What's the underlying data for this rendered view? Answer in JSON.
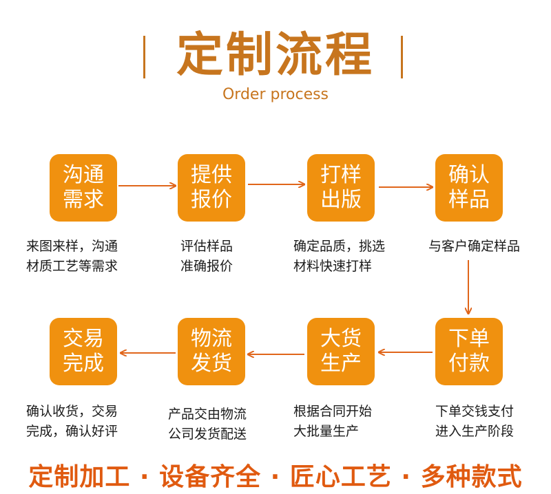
{
  "header": {
    "title": "定制流程",
    "subtitle": "Order process"
  },
  "steps": [
    {
      "line1": "沟通",
      "line2": "需求",
      "desc1": "来图来样，沟通",
      "desc2": "材质工艺等需求"
    },
    {
      "line1": "提供",
      "line2": "报价",
      "desc1": "评估样品",
      "desc2": "准确报价"
    },
    {
      "line1": "打样",
      "line2": "出版",
      "desc1": "确定品质，挑选",
      "desc2": "材料快速打样"
    },
    {
      "line1": "确认",
      "line2": "样品",
      "desc1": "与客户确定样品",
      "desc2": ""
    },
    {
      "line1": "下单",
      "line2": "付款",
      "desc1": "下单交钱支付",
      "desc2": "进入生产阶段"
    },
    {
      "line1": "大货",
      "line2": "生产",
      "desc1": "根据合同开始",
      "desc2": "大批量生产"
    },
    {
      "line1": "物流",
      "line2": "发货",
      "desc1": "产品交由物流",
      "desc2": "公司发货配送"
    },
    {
      "line1": "交易",
      "line2": "完成",
      "desc1": "确认收货，交易",
      "desc2": "完成，确认好评"
    }
  ],
  "footer": {
    "text": "定制加工 · 设备齐全 · 匠心工艺 · 多种款式"
  },
  "colors": {
    "box": "#f0910f",
    "accent": "#c7751e",
    "arrow": "#e0651a",
    "footer": "#e05a10"
  }
}
